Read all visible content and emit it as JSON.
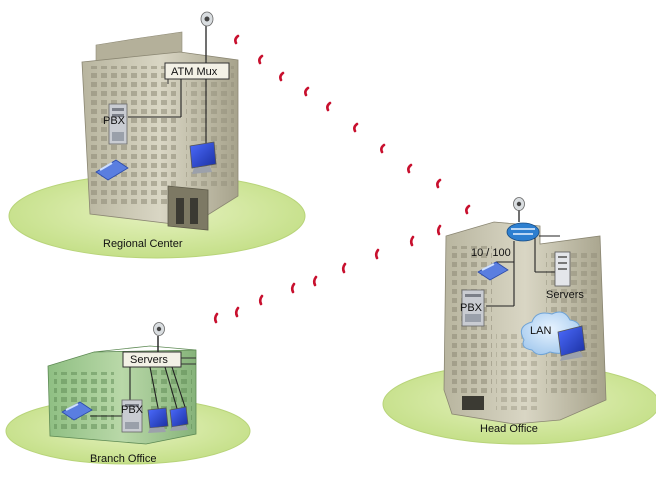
{
  "sites": {
    "regional": {
      "caption": "Regional Center",
      "mux_label": "ATM Mux",
      "pbx_label": "PBX"
    },
    "branch": {
      "caption": "Branch Office",
      "servers_label": "Servers",
      "pbx_label": "PBX"
    },
    "head": {
      "caption": "Head Office",
      "speed_label": "10 / 100",
      "pbx_label": "PBX",
      "servers_label": "Servers",
      "lan_label": "LAN"
    }
  },
  "icons": [
    "satellite-dish-icon",
    "router-icon",
    "pbx-icon",
    "phone-icon",
    "monitor-icon",
    "server-icon",
    "lan-cloud-icon"
  ],
  "colors": {
    "ground": "#cfe59a",
    "ground_edge": "#b7d27a",
    "building": "#c9c6b2",
    "building_dark": "#9e9a86",
    "branch_tint": "#9cc890",
    "link_arc": "#c8102e",
    "router": "#2d7fd0"
  }
}
